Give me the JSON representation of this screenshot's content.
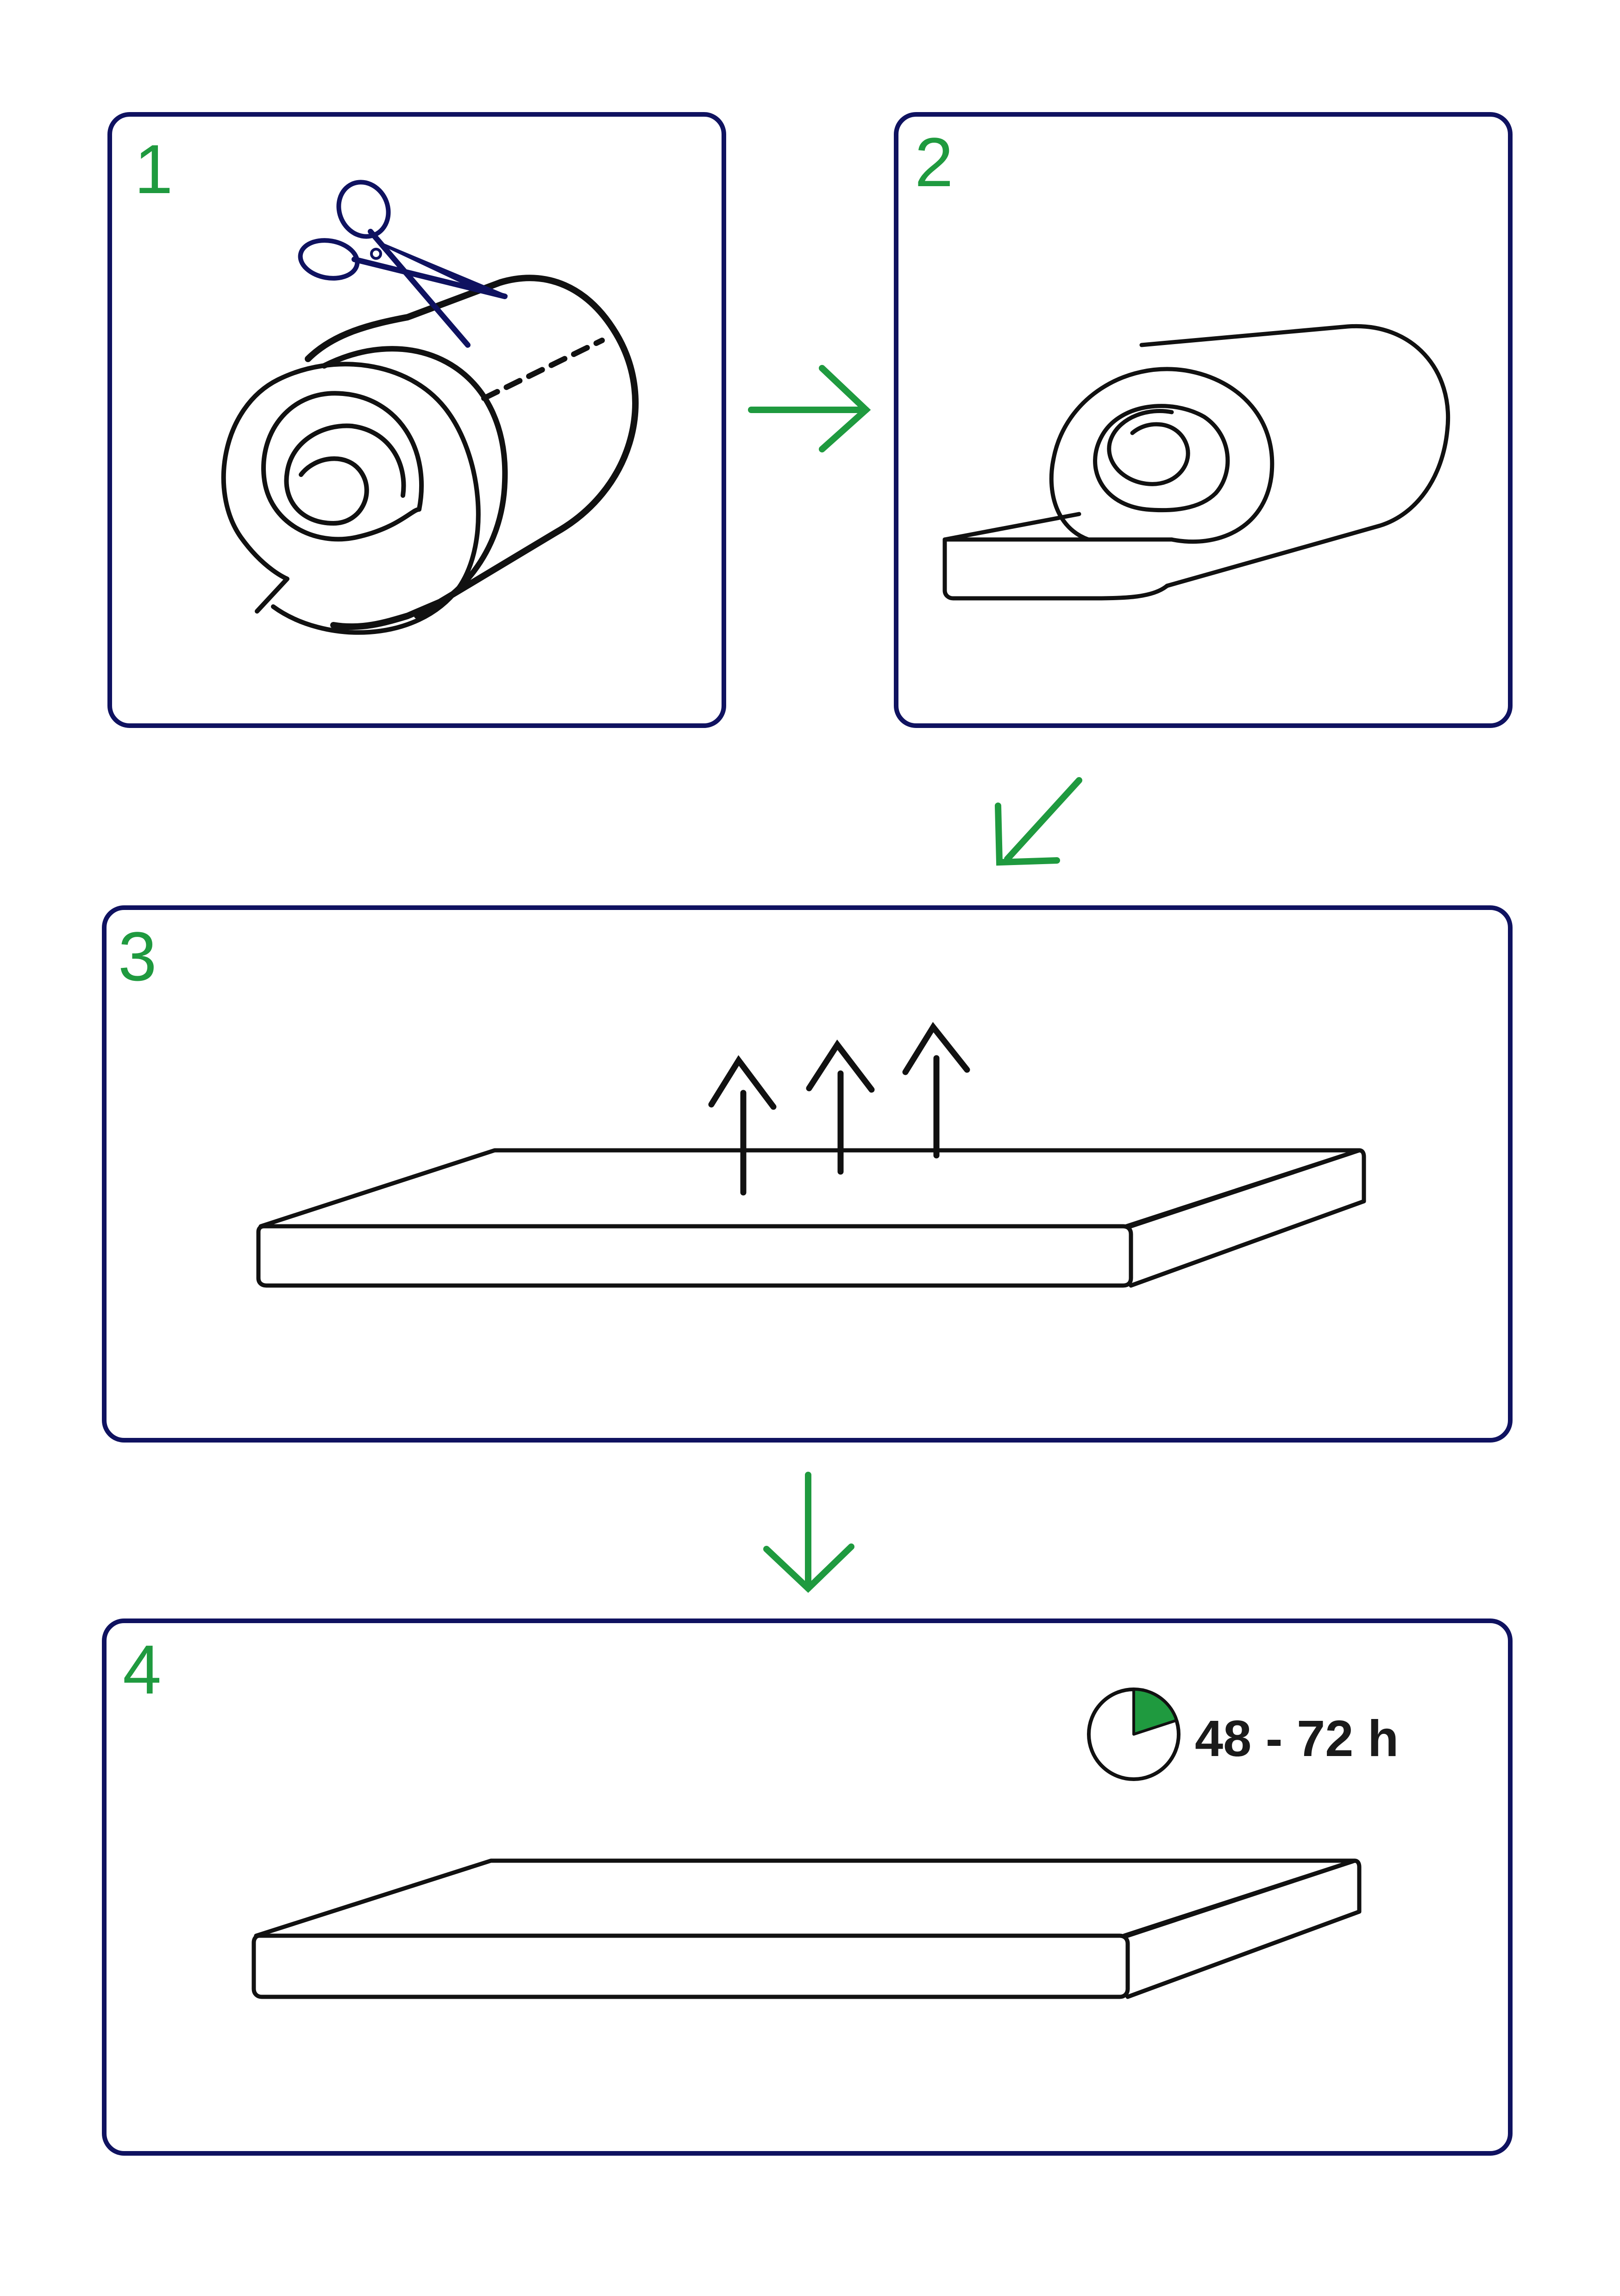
{
  "steps": [
    {
      "number": "1",
      "icon": "scissors-cut-roll"
    },
    {
      "number": "2",
      "icon": "unroll-mattress"
    },
    {
      "number": "3",
      "icon": "mattress-expanding"
    },
    {
      "number": "4",
      "icon": "mattress-ready"
    }
  ],
  "wait": {
    "duration": "48 - 72 h",
    "icon": "clock-icon",
    "elapsed_fraction": 0.2
  },
  "colors": {
    "frame": "#0f1260",
    "accent": "#1f9a3f",
    "stroke": "#111111"
  }
}
